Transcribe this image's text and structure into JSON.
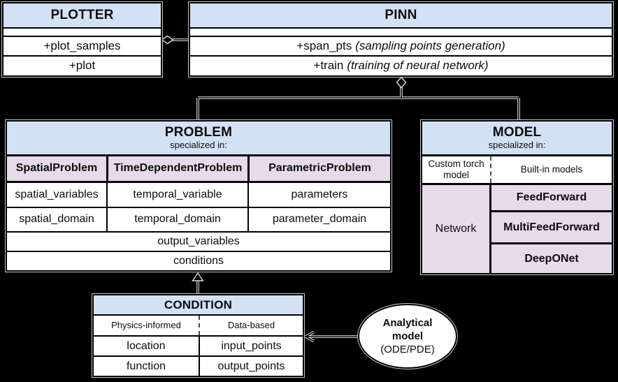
{
  "colors": {
    "background": "#000000",
    "header_blue": "#d3e1f4",
    "lavender": "#e7daeb",
    "cell_white": "#ffffff",
    "border": "#000000",
    "line_casing": "#ececec"
  },
  "plotter": {
    "title": "PLOTTER",
    "methods": [
      "+plot_samples",
      "+plot"
    ]
  },
  "pinn": {
    "title": "PINN",
    "methods": [
      {
        "name": "+span_pts",
        "note": "(sampling points generation)"
      },
      {
        "name": "+train",
        "note": "(training of neural network)"
      }
    ]
  },
  "problem": {
    "title": "PROBLEM",
    "subtitle": "specialized in:",
    "columns": [
      {
        "name": "SpatialProblem",
        "attrs": [
          "spatial_variables",
          "spatial_domain"
        ]
      },
      {
        "name": "TimeDependentProblem",
        "attrs": [
          "temporal_variable",
          "temporal_domain"
        ]
      },
      {
        "name": "ParametricProblem",
        "attrs": [
          "parameters",
          "parameter_domain"
        ]
      }
    ],
    "shared": [
      "output_variables",
      "conditions"
    ]
  },
  "model": {
    "title": "MODEL",
    "subtitle": "specialized in:",
    "left_header": "Custom torch model",
    "right_header": "Built-in models",
    "left_cell": "Network",
    "right_cells": [
      "FeedForward",
      "MultiFeedForward",
      "DeepONet"
    ]
  },
  "condition": {
    "title": "CONDITION",
    "left_header": "Physics-informed",
    "right_header": "Data-based",
    "left_attrs": [
      "location",
      "function"
    ],
    "right_attrs": [
      "input_points",
      "output_points"
    ]
  },
  "analytical": {
    "line1": "Analytical",
    "line2": "model",
    "line3": "(ODE/PDE)"
  }
}
